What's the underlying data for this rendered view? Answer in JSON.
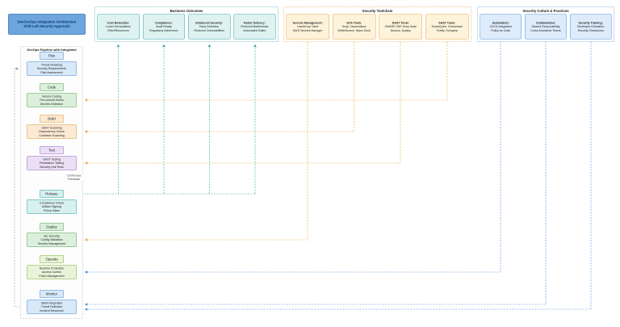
{
  "title": {
    "line1": "DevSecOps Integration Architecture",
    "line2": "Shift-Left Security Approach"
  },
  "groups": {
    "outcomes": {
      "title": "Business Outcomes",
      "items": [
        {
          "head": "Cost Reduction:",
          "body": "Lower Remediation\nEffort/Resources"
        },
        {
          "head": "Compliance:",
          "body": "Audit Ready\nRegulatory Adherence"
        },
        {
          "head": "Enhanced Security:",
          "body": "Early Detection\nReduced Vulnerabilities"
        },
        {
          "head": "Faster Delivery:",
          "body": "Reduced Bottlenecks\nAutomated Gates"
        }
      ]
    },
    "toolchain": {
      "title": "Security Toolchain",
      "items": [
        {
          "head": "Secrets Management:",
          "body": "HashiCorp Vault\nAWS Secrets Manager"
        },
        {
          "head": "SCA Tools:",
          "body": "Snyk, Dependabot\nWhiteSource, Black Duck"
        },
        {
          "head": "DAST Tools:",
          "body": "OWASP ZAP, Burp Suite\nNessus, Qualys"
        },
        {
          "head": "SAST Tools:",
          "body": "SonarQube, Checkmarx\nFortify, Semgrep"
        }
      ]
    },
    "culture": {
      "title": "Security Culture & Practices",
      "items": [
        {
          "head": "Automation:",
          "body": "CI/CD Integration\nPolicy as Code"
        },
        {
          "head": "Collaboration:",
          "body": "Shared Responsibility\nCross-functional Teams"
        },
        {
          "head": "Security Training:",
          "body": "Developer Education\nSecurity Champions"
        }
      ]
    }
  },
  "pipeline": {
    "title": "DevOps Pipeline with Integrated Security",
    "feedback_label": "Continuous Feedback",
    "stages": [
      {
        "name": "Plan",
        "details": "Threat Modeling\nSecurity Requirements\nRisk Assessment"
      },
      {
        "name": "Code",
        "details": "Secure Coding\nPre-commit Hooks\nSecrets Detection"
      },
      {
        "name": "Build",
        "details": "SAST Scanning\nDependency Check\nContainer Scanning"
      },
      {
        "name": "Test",
        "details": "DAST Testing\nPenetration Testing\nSecurity Unit Tests"
      },
      {
        "name": "Release",
        "details": "Compliance Check\nArtifact Signing\nPolicy Gates"
      },
      {
        "name": "Deploy",
        "details": "IaC Security\nConfig Validation\nSecrets Management"
      },
      {
        "name": "Operate",
        "details": "Runtime Protection\nAccess Control\nPatch Management"
      },
      {
        "name": "Monitor",
        "details": "SIEM Integration\nThreat Detection\nIncident Response"
      }
    ]
  },
  "colors": {
    "accent-teal": "#2aa6a0",
    "accent-orange": "#e8a33d",
    "accent-blue": "#4a90d9",
    "accent-green": "#5aa85a",
    "accent-purple": "#9b6bc7",
    "accent-lgreen": "#7cb342"
  }
}
